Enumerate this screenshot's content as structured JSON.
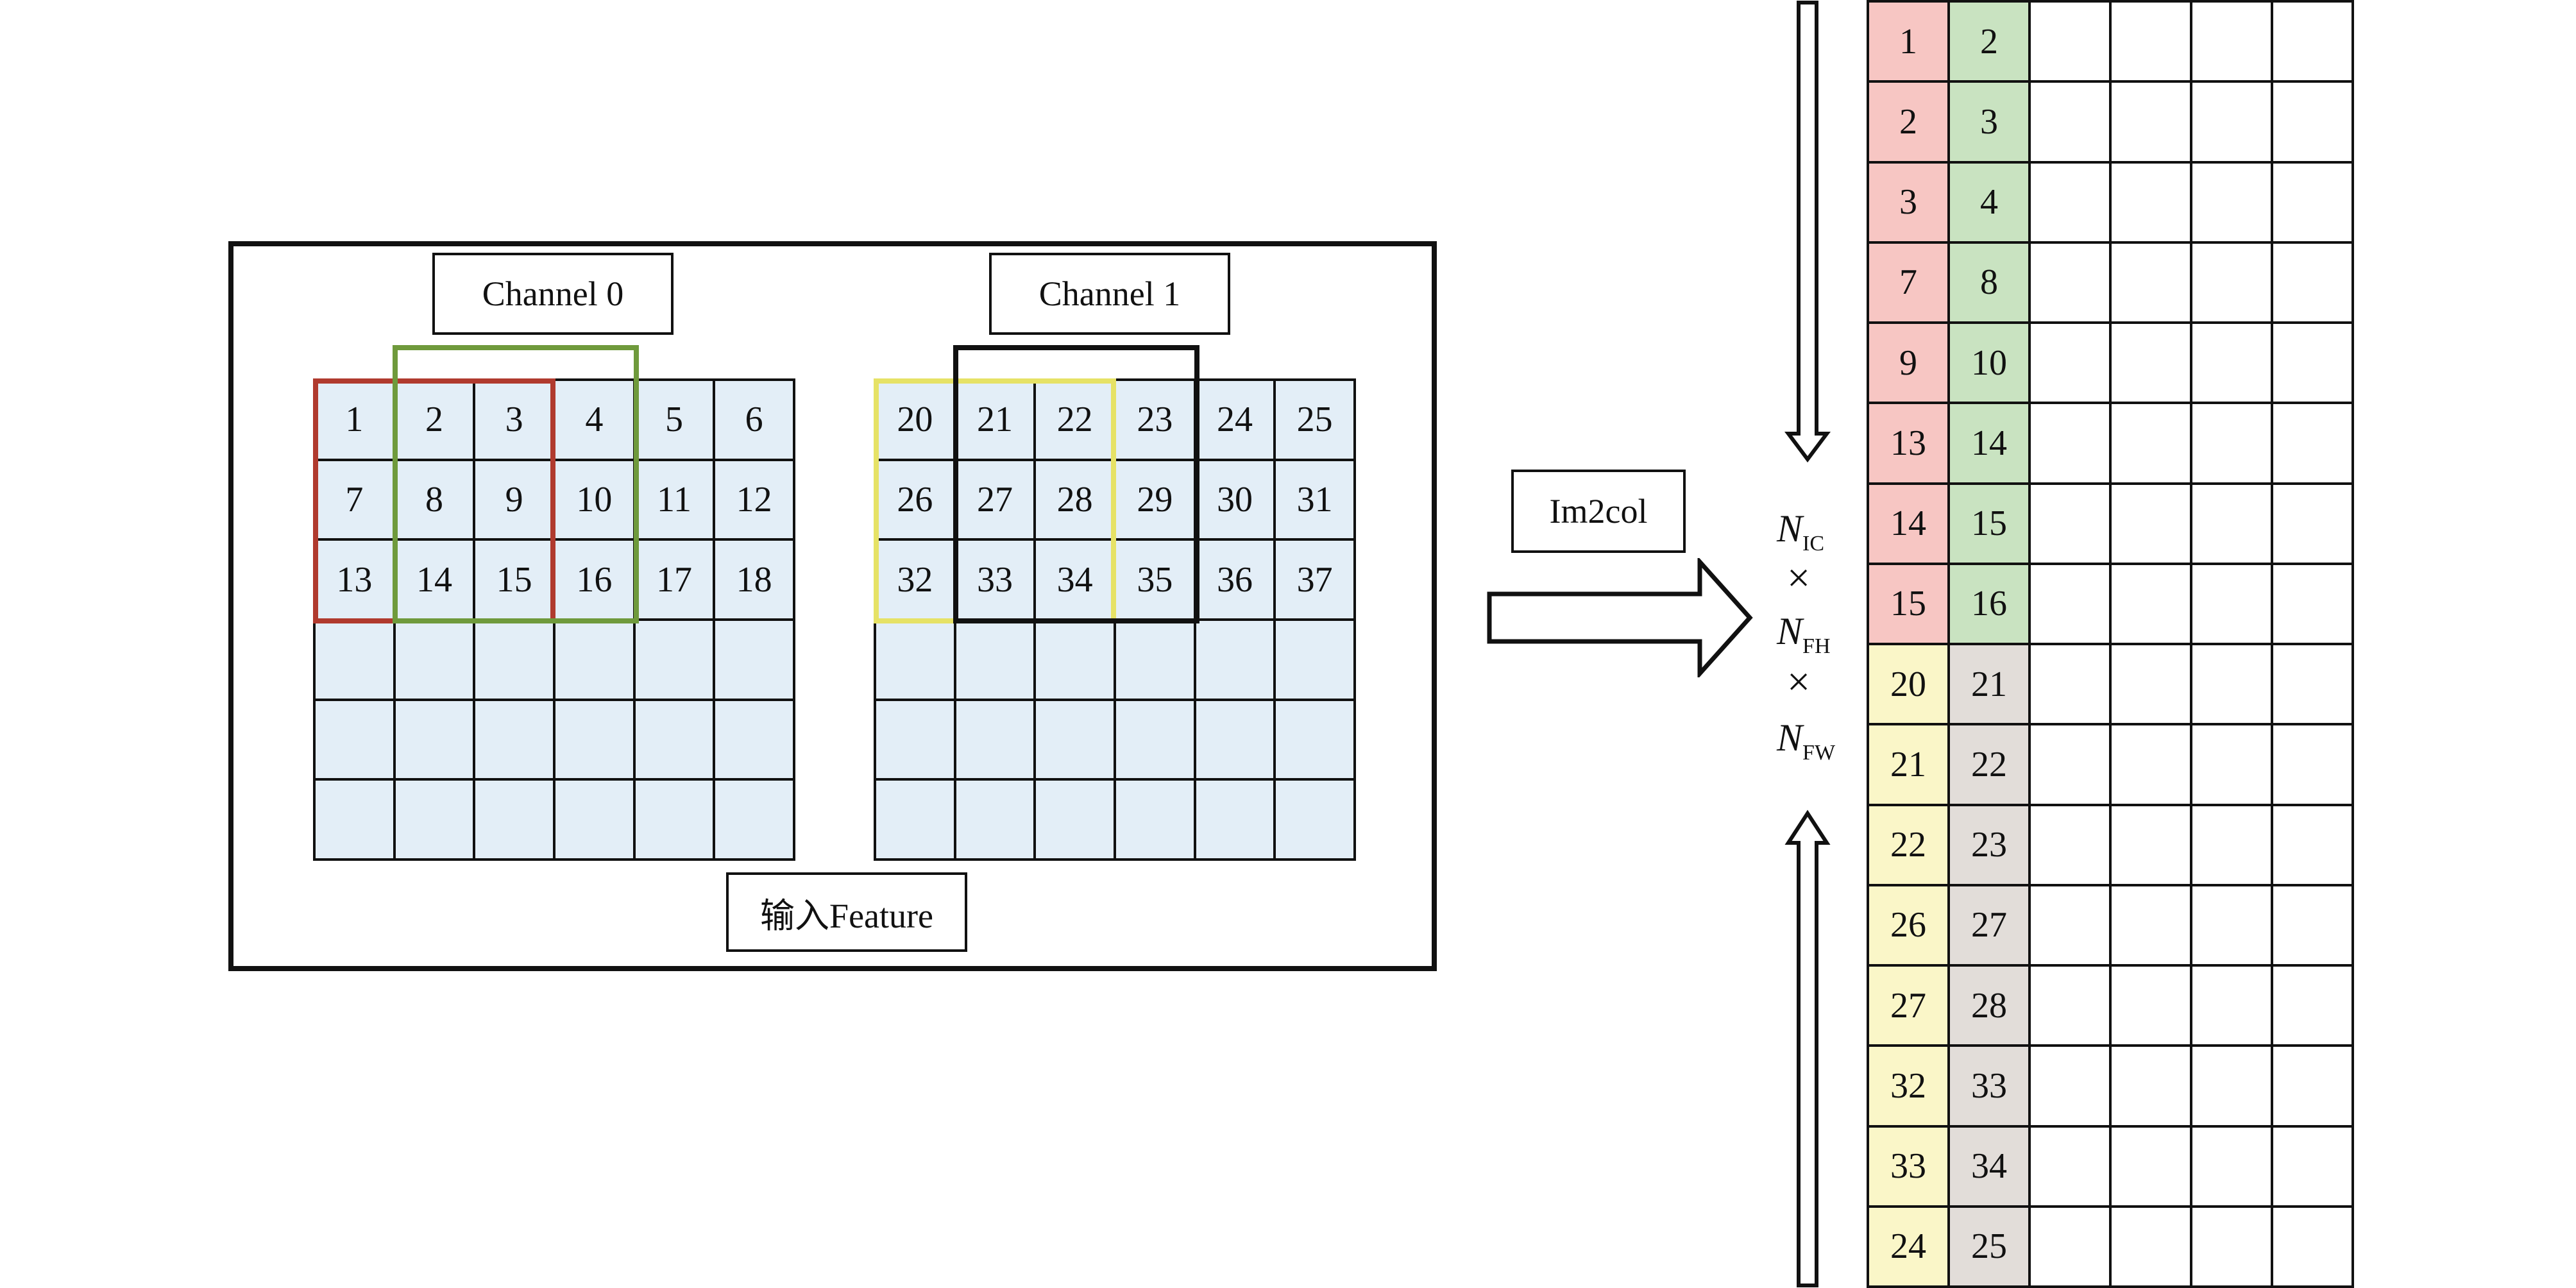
{
  "channel0": {
    "label": "Channel 0",
    "cells": [
      "1",
      "2",
      "3",
      "4",
      "5",
      "6",
      "7",
      "8",
      "9",
      "10",
      "11",
      "12",
      "13",
      "14",
      "15",
      "16",
      "17",
      "18",
      "",
      "",
      "",
      "",
      "",
      "",
      "",
      "",
      "",
      "",
      "",
      "",
      "",
      "",
      "",
      "",
      "",
      ""
    ]
  },
  "channel1": {
    "label": "Channel 1",
    "cells": [
      "20",
      "21",
      "22",
      "23",
      "24",
      "25",
      "26",
      "27",
      "28",
      "29",
      "30",
      "31",
      "32",
      "33",
      "34",
      "35",
      "36",
      "37",
      "",
      "",
      "",
      "",
      "",
      "",
      "",
      "",
      "",
      "",
      "",
      "",
      "",
      "",
      "",
      "",
      "",
      ""
    ]
  },
  "feature_label": "输入Feature",
  "op_label": "Im2col",
  "dims": {
    "n_ic": "N",
    "n_ic_sub": "IC",
    "times1": "×",
    "n_fh": "N",
    "n_fh_sub": "FH",
    "times2": "×",
    "n_fw": "N",
    "n_fw_sub": "FW"
  },
  "matrix": {
    "col1": [
      "1",
      "2",
      "3",
      "7",
      "9",
      "13",
      "14",
      "15",
      "20",
      "21",
      "22",
      "26",
      "27",
      "32",
      "33",
      "24"
    ],
    "col2": [
      "2",
      "3",
      "4",
      "8",
      "10",
      "14",
      "15",
      "16",
      "21",
      "22",
      "23",
      "27",
      "28",
      "33",
      "34",
      "25"
    ],
    "empty_cols": 4,
    "colors": {
      "col1_top": "#f7c6c3",
      "col2_top": "#c9e3c1",
      "col1_bottom": "#faf6c8",
      "col2_bottom": "#e2ddd9"
    }
  },
  "window_colors": {
    "red": "#b03a2e",
    "green": "#6f9a3c",
    "yellow": "#e6e266",
    "black": "#111111"
  }
}
